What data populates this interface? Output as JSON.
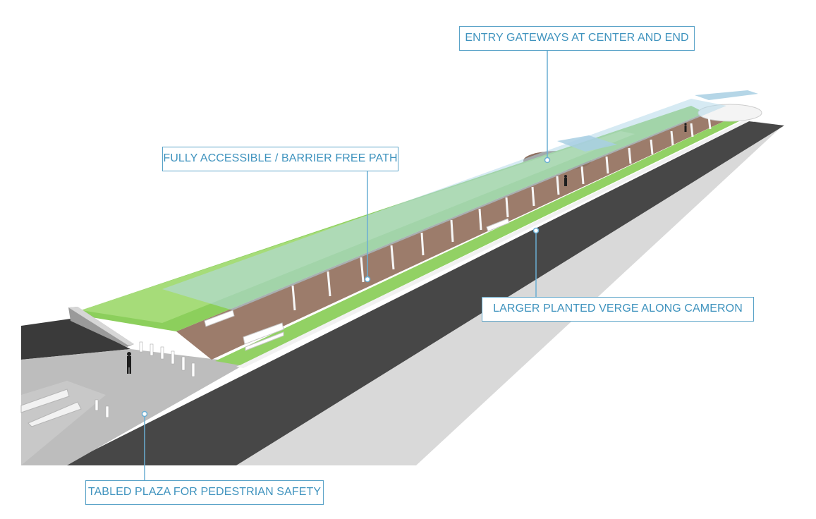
{
  "callouts": {
    "gateways": "ENTRY GATEWAYS AT CENTER AND END",
    "path": "FULLY ACCESSIBLE / BARRIER FREE PATH",
    "verge": "LARGER PLANTED VERGE ALONG CAMERON",
    "plaza": "TABLED PLAZA FOR PEDESTRIAN SAFETY"
  },
  "colors": {
    "callout_blue": "#3f93be",
    "leader_line": "#6aaed3",
    "grass": "#8ccf5c",
    "grass_light": "#a6dc79",
    "brick_path": "#9a7a6a",
    "road": "#4a4a4a",
    "pavement": "#bdbdbd",
    "canopy": "#a8cfe3"
  }
}
